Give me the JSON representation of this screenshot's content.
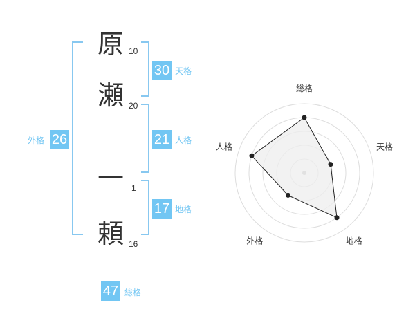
{
  "name_chars": [
    {
      "char": "原",
      "strokes": "10"
    },
    {
      "char": "瀬",
      "strokes": "20"
    },
    {
      "char": "一",
      "strokes": "1"
    },
    {
      "char": "頼",
      "strokes": "16"
    }
  ],
  "scores": {
    "tenkaku": {
      "value": "30",
      "label": "天格"
    },
    "jinkaku": {
      "value": "21",
      "label": "人格"
    },
    "chikaku": {
      "value": "17",
      "label": "地格"
    },
    "gaikaku": {
      "value": "26",
      "label": "外格"
    },
    "soukaku": {
      "value": "47",
      "label": "総格"
    }
  },
  "chart_data": {
    "type": "radar",
    "axes": [
      "総格",
      "天格",
      "地格",
      "外格",
      "人格"
    ],
    "values": [
      4,
      2,
      4,
      2,
      4
    ],
    "max": 5,
    "rings": 5,
    "colors": {
      "line": "#222222",
      "fill": "#eeeeee",
      "grid": "#dddddd",
      "center": "#bbbbbb"
    }
  }
}
